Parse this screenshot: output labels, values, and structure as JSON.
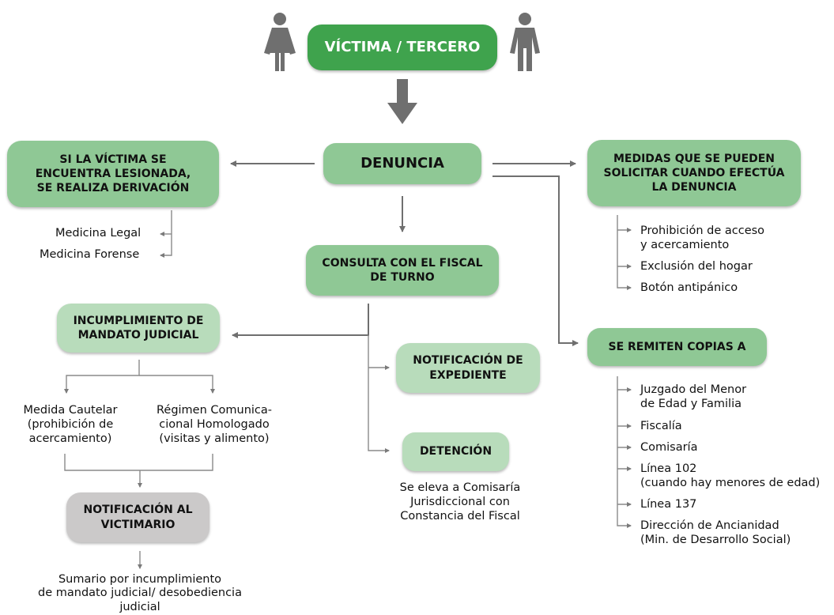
{
  "colors": {
    "dark_green": "#3fa34d",
    "mid_green": "#8fc895",
    "light_green": "#b8dcbb",
    "gray": "#cbc9c9",
    "arrow": "#6f6f6f",
    "line": "#8a8a8a"
  },
  "icons": [
    "female-person-icon",
    "male-person-icon",
    "down-arrow-icon"
  ],
  "victim_box": "VÍCTIMA / TERCERO",
  "denuncia_box": "DENUNCIA",
  "injured": {
    "box": "SI LA VÍCTIMA SE\nENCUENTRA LESIONADA,\nSE REALIZA DERIVACIÓN",
    "items": [
      "Medicina Legal",
      "Medicina Forense"
    ]
  },
  "measures": {
    "box": "MEDIDAS QUE SE PUEDEN\nSOLICITAR CUANDO EFECTÚA\nLA DENUNCIA",
    "items": [
      "Prohibición de acceso\ny acercamiento",
      "Exclusión del hogar",
      "Botón antipánico"
    ]
  },
  "copies": {
    "box": "SE REMITEN COPIAS A",
    "items": [
      "Juzgado del Menor\nde Edad y Familia",
      "Fiscalía",
      "Comisaría",
      "Línea 102\n(cuando hay menores de edad)",
      "Línea 137",
      "Dirección de Ancianidad\n(Min. de Desarrollo Social)"
    ]
  },
  "fiscal_box": "CONSULTA CON EL FISCAL\nDE TURNO",
  "breach": {
    "box": "INCUMPLIMIENTO DE\nMANDATO JUDICIAL",
    "left": "Medida Cautelar\n(prohibición de\nacercamiento)",
    "right": "Régimen Comunica-\ncional Homologado\n(visitas y alimento)"
  },
  "notif_victimario": {
    "box": "NOTIFICACIÓN AL\nVICTIMARIO",
    "note": "Sumario por incumplimiento\nde mandato judicial/ desobediencia\njudicial"
  },
  "notif_expediente": "NOTIFICACIÓN DE\nEXPEDIENTE",
  "detencion": {
    "box": "DETENCIÓN",
    "note": "Se eleva a Comisaría\nJurisdiccional con\nConstancia del Fiscal"
  }
}
